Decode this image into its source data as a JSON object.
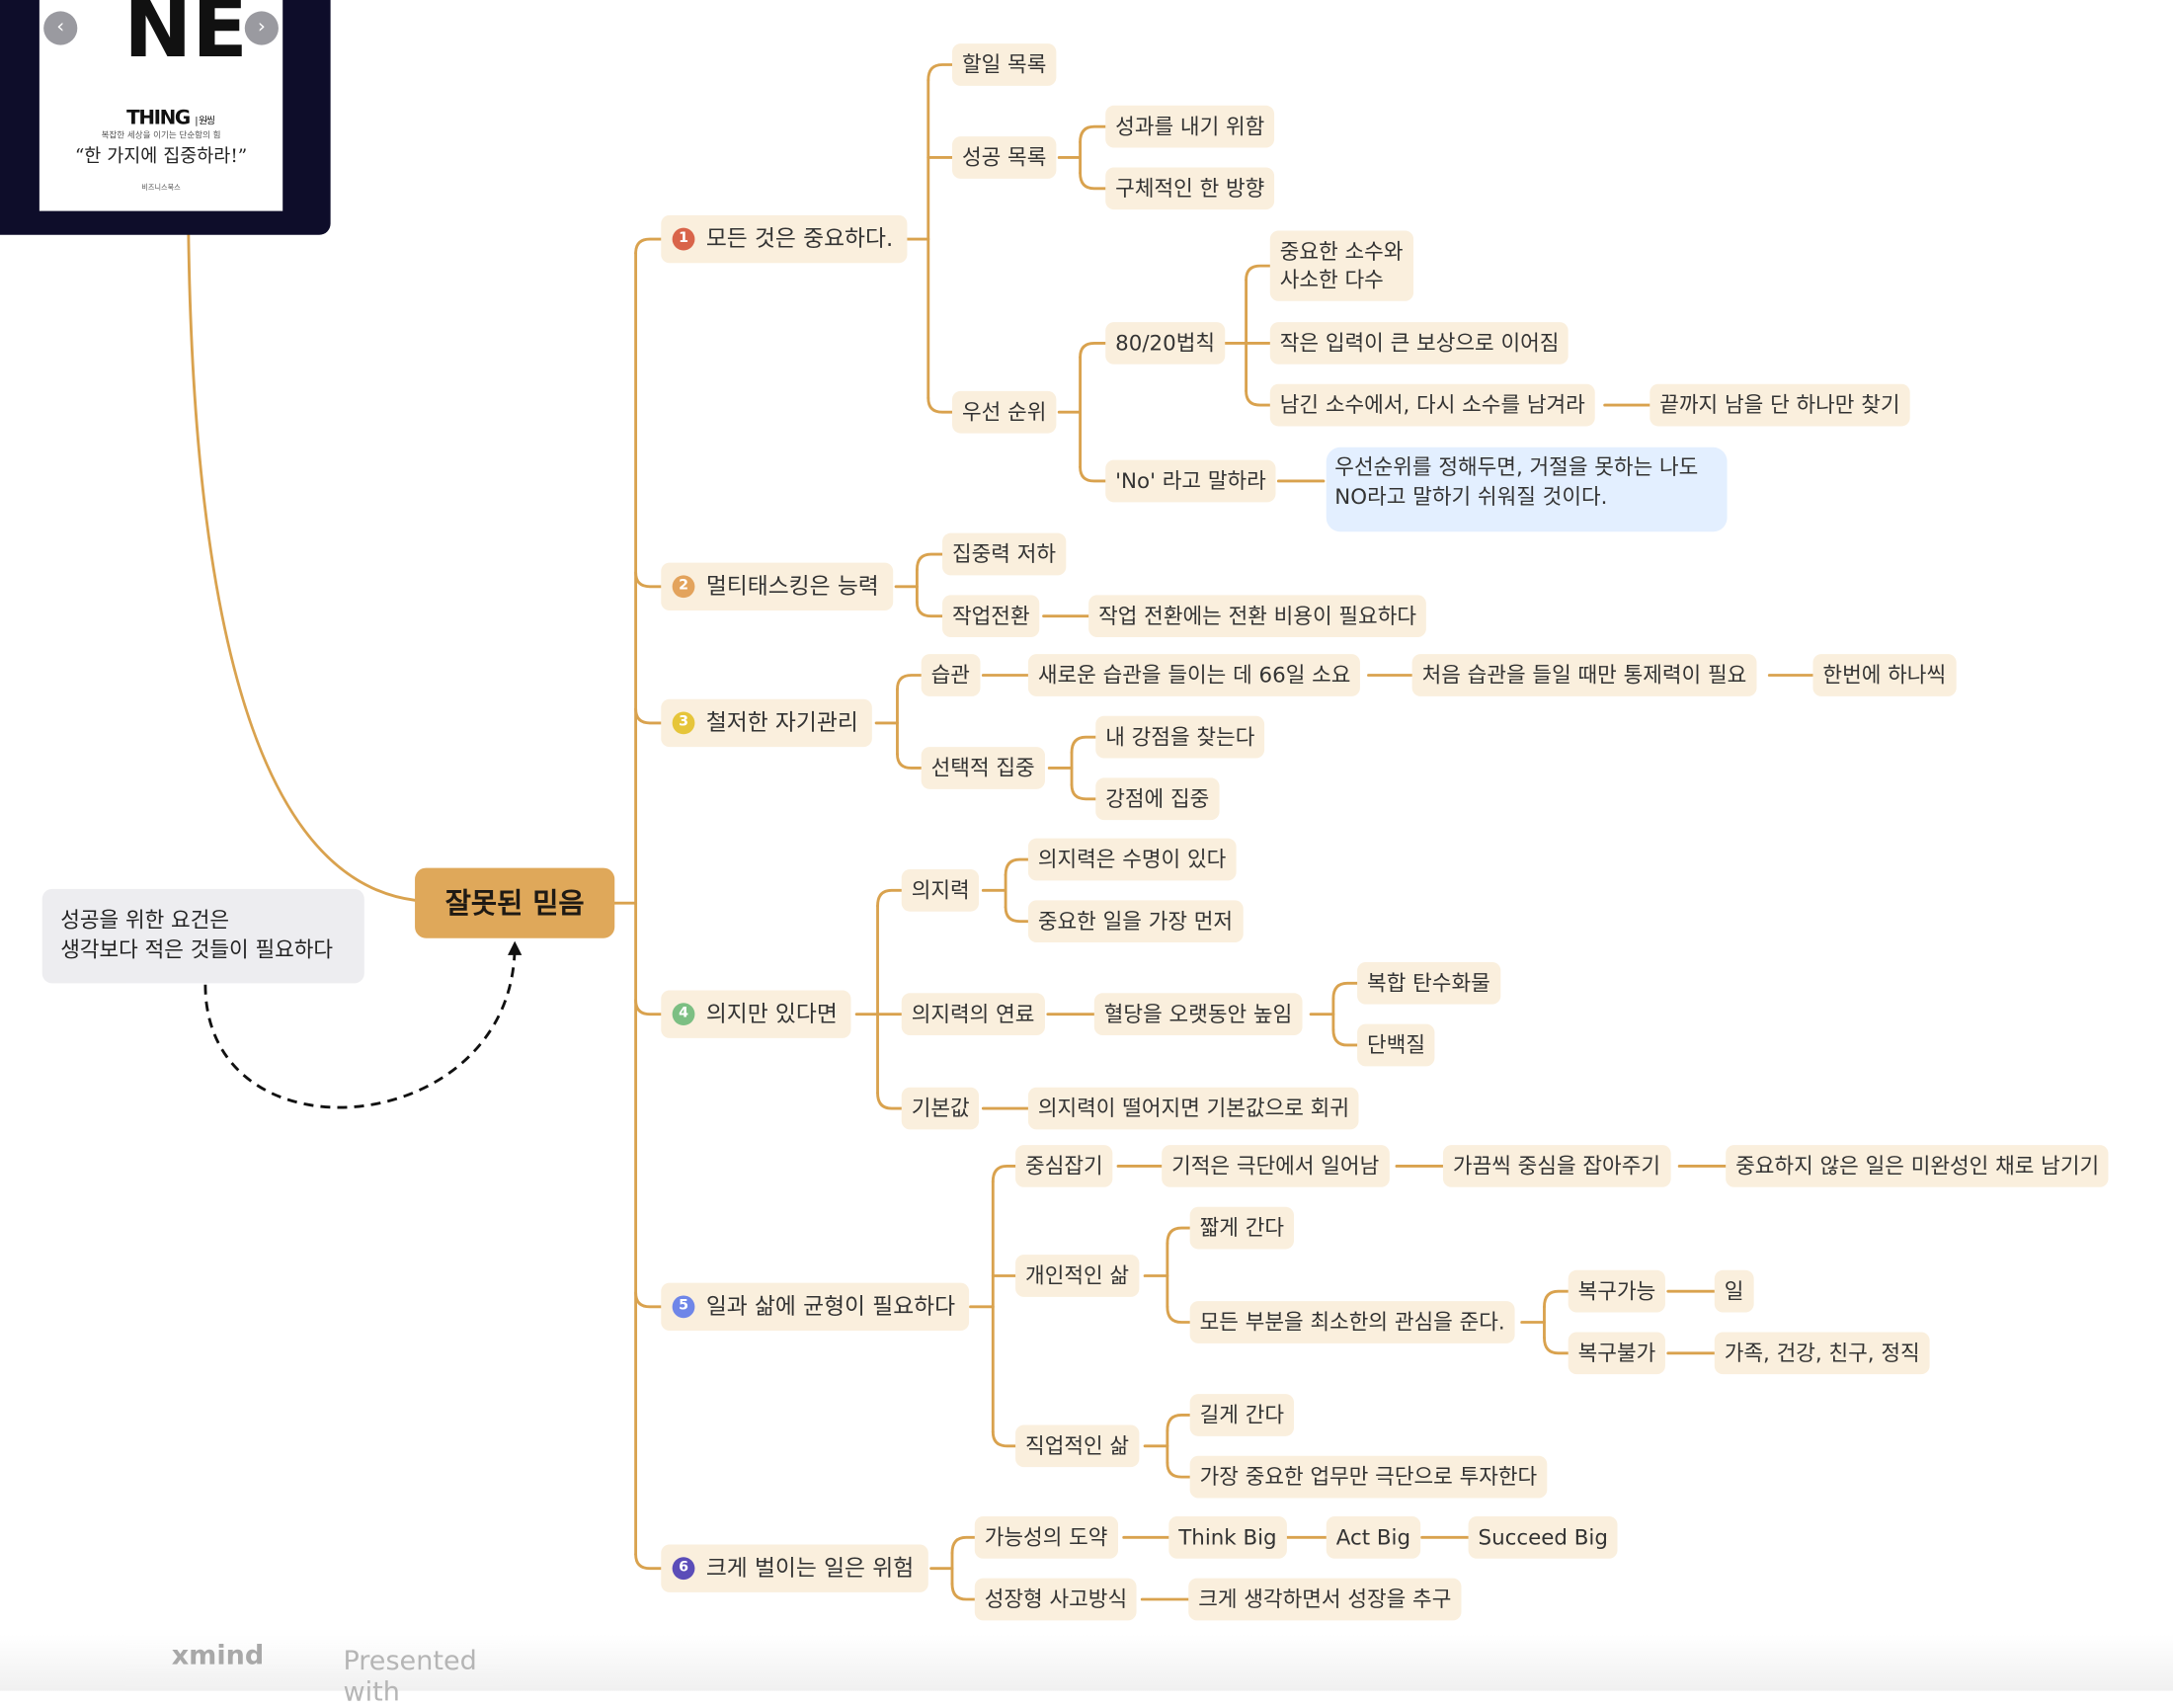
{
  "colors": {
    "branch": "#d9a24e",
    "node_bg": "#faefdd",
    "root_bg": "#dfa85a",
    "callout_bg": "#e3efff",
    "note_bg": "#ededf0"
  },
  "root": {
    "label": "잘못된 믿음"
  },
  "note": {
    "line1": "성공을 위한 요건은",
    "line2": "생각보다 적은 것들이 필요하다"
  },
  "book": {
    "letters": "NE",
    "title": "THING",
    "author": "| 원씽",
    "subtitle": "복잡한 세상을 이기는 단순함의 힘",
    "slogan": "“한 가지에 집중하라!”",
    "publisher": "비즈니스북스",
    "prev_icon": "chevron-left-icon",
    "next_icon": "chevron-right-icon"
  },
  "branches": [
    {
      "num": "1",
      "color": "#d9644a",
      "label": "모든 것은 중요하다.",
      "children": {
        "todo": "할일 목록",
        "success": "성공 목록",
        "s1": "성과를 내기 위함",
        "s2": "구체적인 한 방향",
        "priority": "우선 순위",
        "rule": "80/20법칙",
        "r1a": "중요한 소수와",
        "r1b": "사소한 다수",
        "r2": "작은 입력이 큰 보상으로 이어짐",
        "r3": "남긴 소수에서, 다시 소수를 남겨라",
        "r3a": "끝까지 남을 단 하나만 찾기",
        "no": "'No' 라고 말하라",
        "callout1": "우선순위를 정해두면, 거절을 못하는 나도",
        "callout2": "NO라고 말하기 쉬워질 것이다."
      }
    },
    {
      "num": "2",
      "color": "#e3a35c",
      "label": "멀티태스킹은 능력",
      "children": {
        "focus": "집중력 저하",
        "switch": "작업전환",
        "switch_a": "작업 전환에는 전환 비용이 필요하다"
      }
    },
    {
      "num": "3",
      "color": "#e6c53a",
      "label": "철저한 자기관리",
      "children": {
        "habit": "습관",
        "habit_a": "새로운 습관을 들이는 데 66일 소요",
        "habit_b": "처음 습관을 들일 때만 통제력이 필요",
        "habit_c": "한번에 하나씩",
        "select": "선택적 집중",
        "select_a": "내 강점을 찾는다",
        "select_b": "강점에 집중"
      }
    },
    {
      "num": "4",
      "color": "#7cbf83",
      "label": "의지만 있다면",
      "children": {
        "will": "의지력",
        "will_a": "의지력은 수명이 있다",
        "will_b": "중요한 일을 가장 먼저",
        "fuel": "의지력의 연료",
        "fuel_a": "혈당을 오랫동안 높임",
        "fuel_b": "복합 탄수화물",
        "fuel_c": "단백질",
        "default": "기본값",
        "default_a": "의지력이 떨어지면 기본값으로 회귀"
      }
    },
    {
      "num": "5",
      "color": "#6f86e8",
      "label": "일과 삶에 균형이 필요하다",
      "children": {
        "center": "중심잡기",
        "center_a": "기적은 극단에서 일어남",
        "center_b": "가끔씩 중심을 잡아주기",
        "center_c": "중요하지 않은 일은 미완성인 채로 남기기",
        "personal": "개인적인 삶",
        "short": "짧게 간다",
        "all": "모든 부분을 최소한의 관심을 준다.",
        "rec": "복구가능",
        "rec_a": "일",
        "nrec": "복구불가",
        "nrec_a": "가족, 건강, 친구, 정직",
        "work": "직업적인 삶",
        "long": "길게 간다",
        "extreme": "가장 중요한 업무만 극단으로 투자한다"
      }
    },
    {
      "num": "6",
      "color": "#5b4db8",
      "label": "크게 벌이는 일은 위험",
      "children": {
        "leap": "가능성의 도약",
        "tb": "Think Big",
        "ab": "Act Big",
        "sb": "Succeed Big",
        "growth": "성장형 사고방식",
        "growth_a": "크게 생각하면서 성장을 추구"
      }
    }
  ],
  "footer": {
    "presented": "Presented with ",
    "brand": "xmind"
  }
}
